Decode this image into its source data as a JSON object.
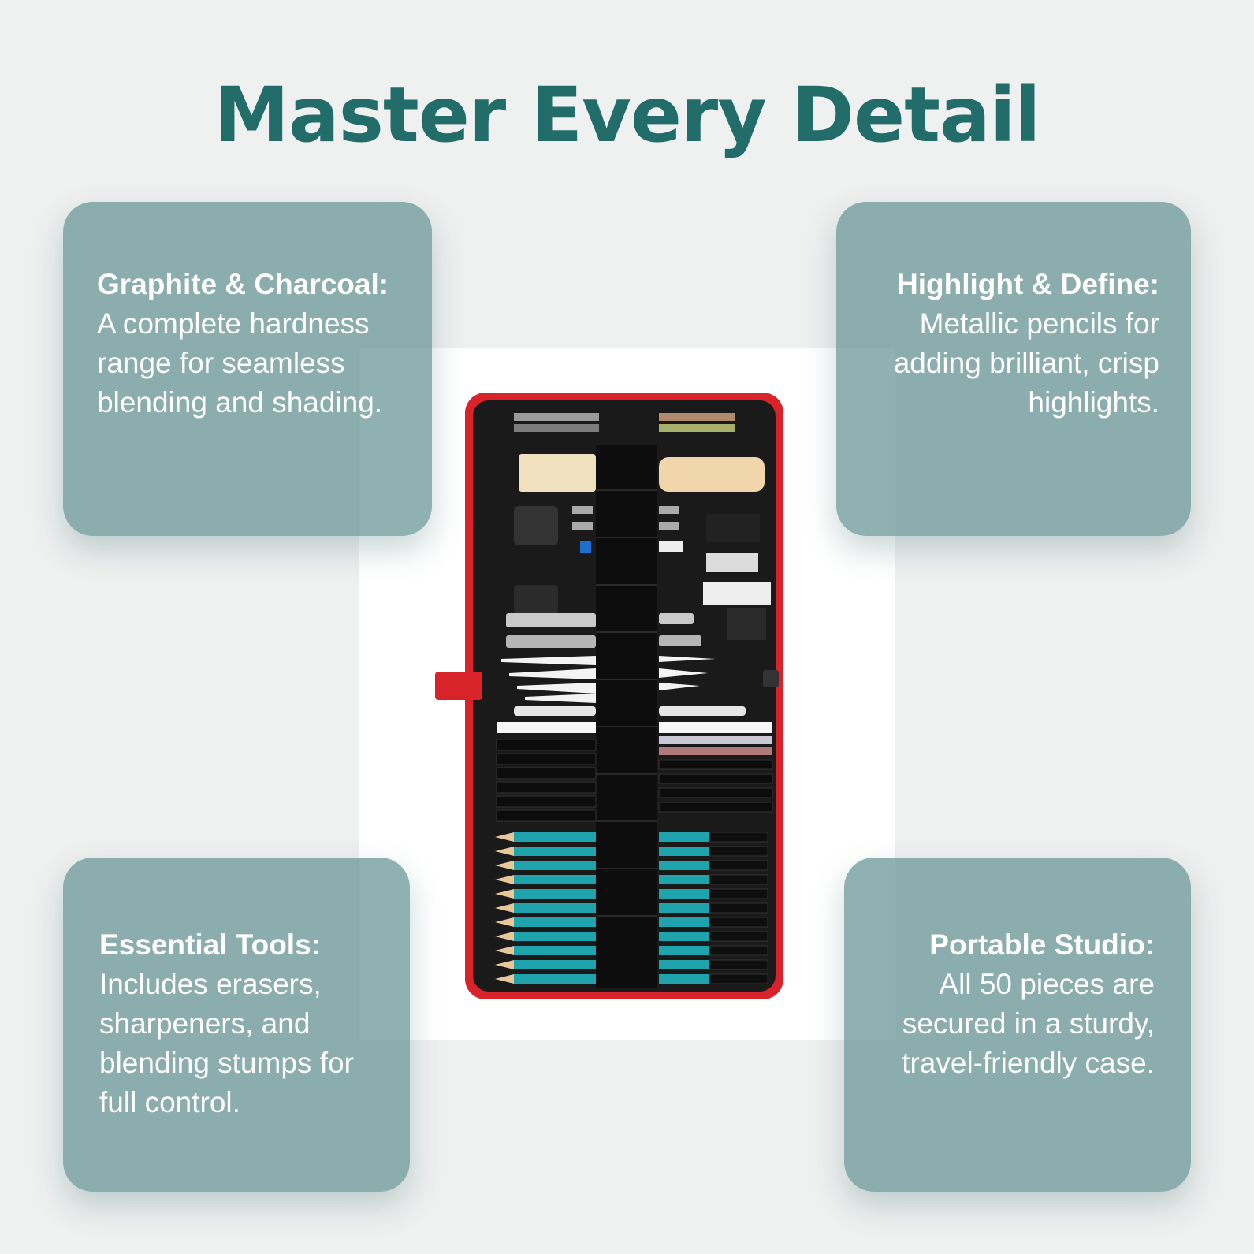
{
  "headline": "Master Every Detail",
  "features": [
    {
      "title": "Graphite & Charcoal:",
      "body": "A complete hardness range for seamless blending and shading."
    },
    {
      "title": "Highlight & Define:",
      "body": "Metallic pencils for adding brilliant, crisp highlights."
    },
    {
      "title": "Essential Tools:",
      "body": "Includes erasers, sharpeners, and blending stumps for full control."
    },
    {
      "title": "Portable Studio:",
      "body": "All 50 pieces are secured in a sturdy, travel-friendly case."
    }
  ],
  "product_image": {
    "icon": "pencil-case-kit-illustration"
  },
  "colors": {
    "heading": "#226d6a",
    "card": "#699696",
    "case_trim": "#d8232a",
    "case_interior": "#1a1a1a",
    "pencil_teal": "#1fa3ad"
  }
}
